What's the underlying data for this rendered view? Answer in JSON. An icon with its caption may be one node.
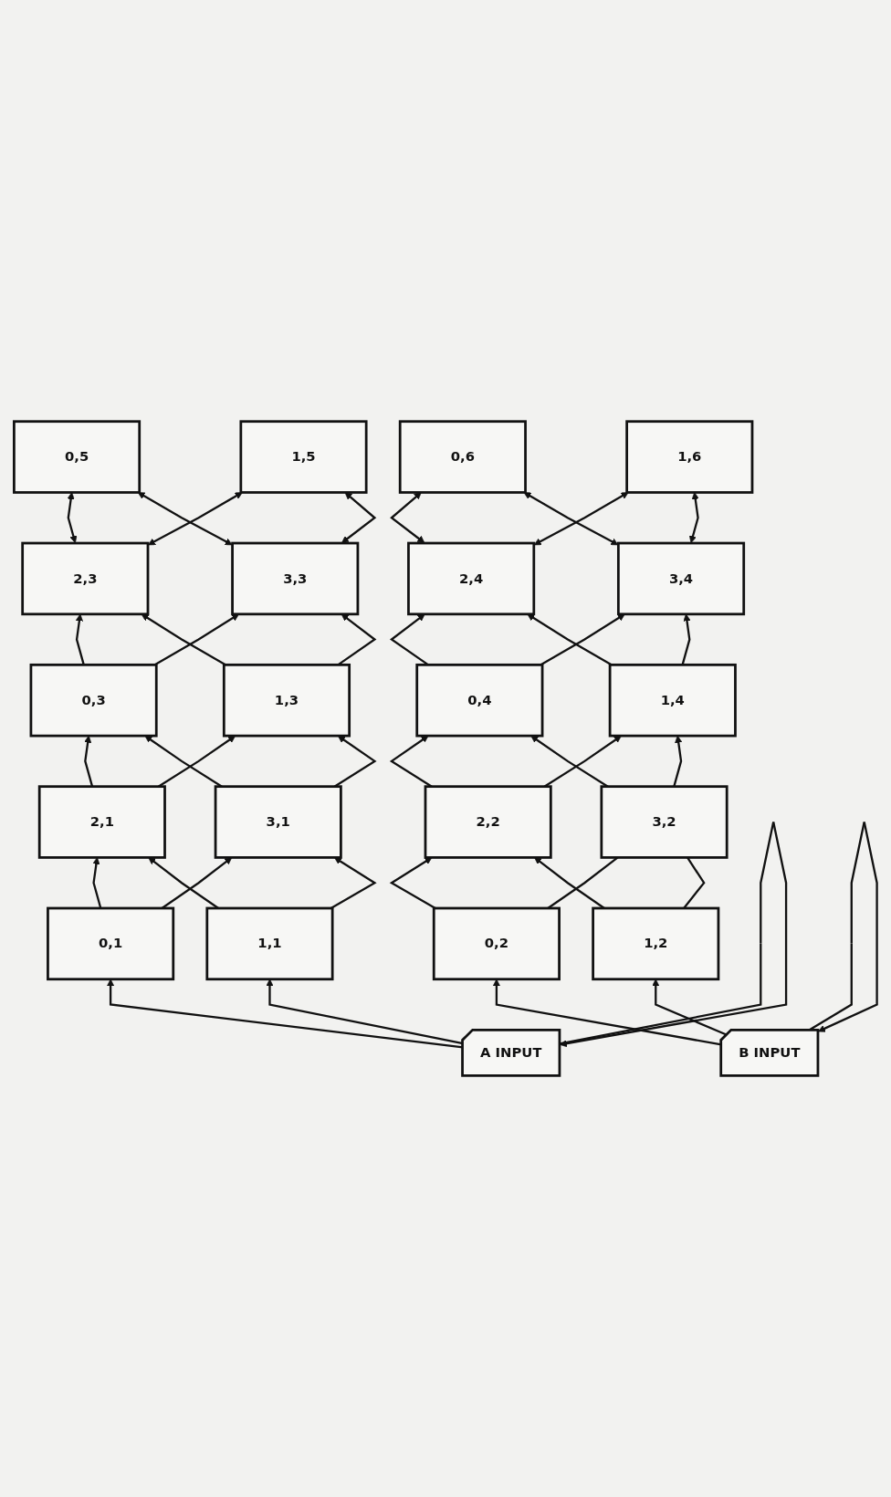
{
  "diagram": {
    "nodes": [
      {
        "text": [
          "A INPUT"
        ]
      },
      {
        "text": [
          "0,1"
        ]
      },
      {
        "text": [
          "1,1"
        ]
      },
      {
        "text": [
          "2,1"
        ]
      },
      {
        "text": [
          "3,1"
        ]
      },
      {
        "text": [
          "0,3"
        ]
      },
      {
        "text": [
          "1,3"
        ]
      },
      {
        "text": [
          "2,3"
        ]
      },
      {
        "text": [
          "3,3"
        ]
      },
      {
        "text": [
          "0,5"
        ]
      },
      {
        "text": [
          "1,5"
        ]
      },
      {
        "text": [
          "B INPUT"
        ]
      },
      {
        "text": [
          "0,2"
        ]
      },
      {
        "text": [
          "1,2"
        ]
      },
      {
        "text": [
          "2,2"
        ]
      },
      {
        "text": [
          "3,2"
        ]
      },
      {
        "text": [
          "0,4"
        ]
      },
      {
        "text": [
          "1,4"
        ]
      },
      {
        "text": [
          "2,4"
        ]
      },
      {
        "text": [
          "3,4"
        ]
      },
      {
        "text": [
          "0,6"
        ]
      },
      {
        "text": [
          "1,6"
        ]
      }
    ],
    "edges": [
      {
        "from": 0,
        "to": 0,
        "arrow": "to"
      },
      {
        "from": 0,
        "to": 1,
        "arrow": "to"
      },
      {
        "from": 0,
        "to": 2,
        "arrow": "to"
      },
      {
        "from": 1,
        "to": 3,
        "arrow": "to"
      },
      {
        "from": 1,
        "to": 4,
        "arrow": "to"
      },
      {
        "from": 2,
        "to": 3,
        "arrow": "to"
      },
      {
        "from": 2,
        "to": 4,
        "arrow": "to"
      },
      {
        "from": 3,
        "to": 5,
        "arrow": "to"
      },
      {
        "from": 3,
        "to": 6,
        "arrow": "to"
      },
      {
        "from": 4,
        "to": 5,
        "arrow": "to"
      },
      {
        "from": 4,
        "to": 6,
        "arrow": "to"
      },
      {
        "from": 5,
        "to": 7,
        "arrow": "to"
      },
      {
        "from": 5,
        "to": 8,
        "arrow": "to"
      },
      {
        "from": 6,
        "to": 7,
        "arrow": "to"
      },
      {
        "from": 6,
        "to": 8,
        "arrow": "to"
      },
      {
        "from": 7,
        "to": 9,
        "arrow": "both"
      },
      {
        "from": 7,
        "to": 10,
        "arrow": "both"
      },
      {
        "from": 8,
        "to": 9,
        "arrow": "both"
      },
      {
        "from": 8,
        "to": 10,
        "arrow": "both"
      },
      {
        "from": 11,
        "to": 11,
        "arrow": "to"
      },
      {
        "from": 11,
        "to": 12,
        "arrow": "to"
      },
      {
        "from": 11,
        "to": 13,
        "arrow": "to"
      },
      {
        "from": 12,
        "to": 14,
        "arrow": "to"
      },
      {
        "from": 12,
        "to": 15,
        "arrow": "none"
      },
      {
        "from": 13,
        "to": 14,
        "arrow": "to"
      },
      {
        "from": 13,
        "to": 15,
        "arrow": "none"
      },
      {
        "from": 14,
        "to": 16,
        "arrow": "to"
      },
      {
        "from": 14,
        "to": 17,
        "arrow": "to"
      },
      {
        "from": 15,
        "to": 16,
        "arrow": "to"
      },
      {
        "from": 15,
        "to": 17,
        "arrow": "to"
      },
      {
        "from": 16,
        "to": 18,
        "arrow": "to"
      },
      {
        "from": 16,
        "to": 19,
        "arrow": "to"
      },
      {
        "from": 17,
        "to": 18,
        "arrow": "to"
      },
      {
        "from": 17,
        "to": 19,
        "arrow": "to"
      },
      {
        "from": 18,
        "to": 20,
        "arrow": "both"
      },
      {
        "from": 18,
        "to": 21,
        "arrow": "both"
      },
      {
        "from": 19,
        "to": 20,
        "arrow": "both"
      },
      {
        "from": 19,
        "to": 21,
        "arrow": "both"
      }
    ]
  }
}
